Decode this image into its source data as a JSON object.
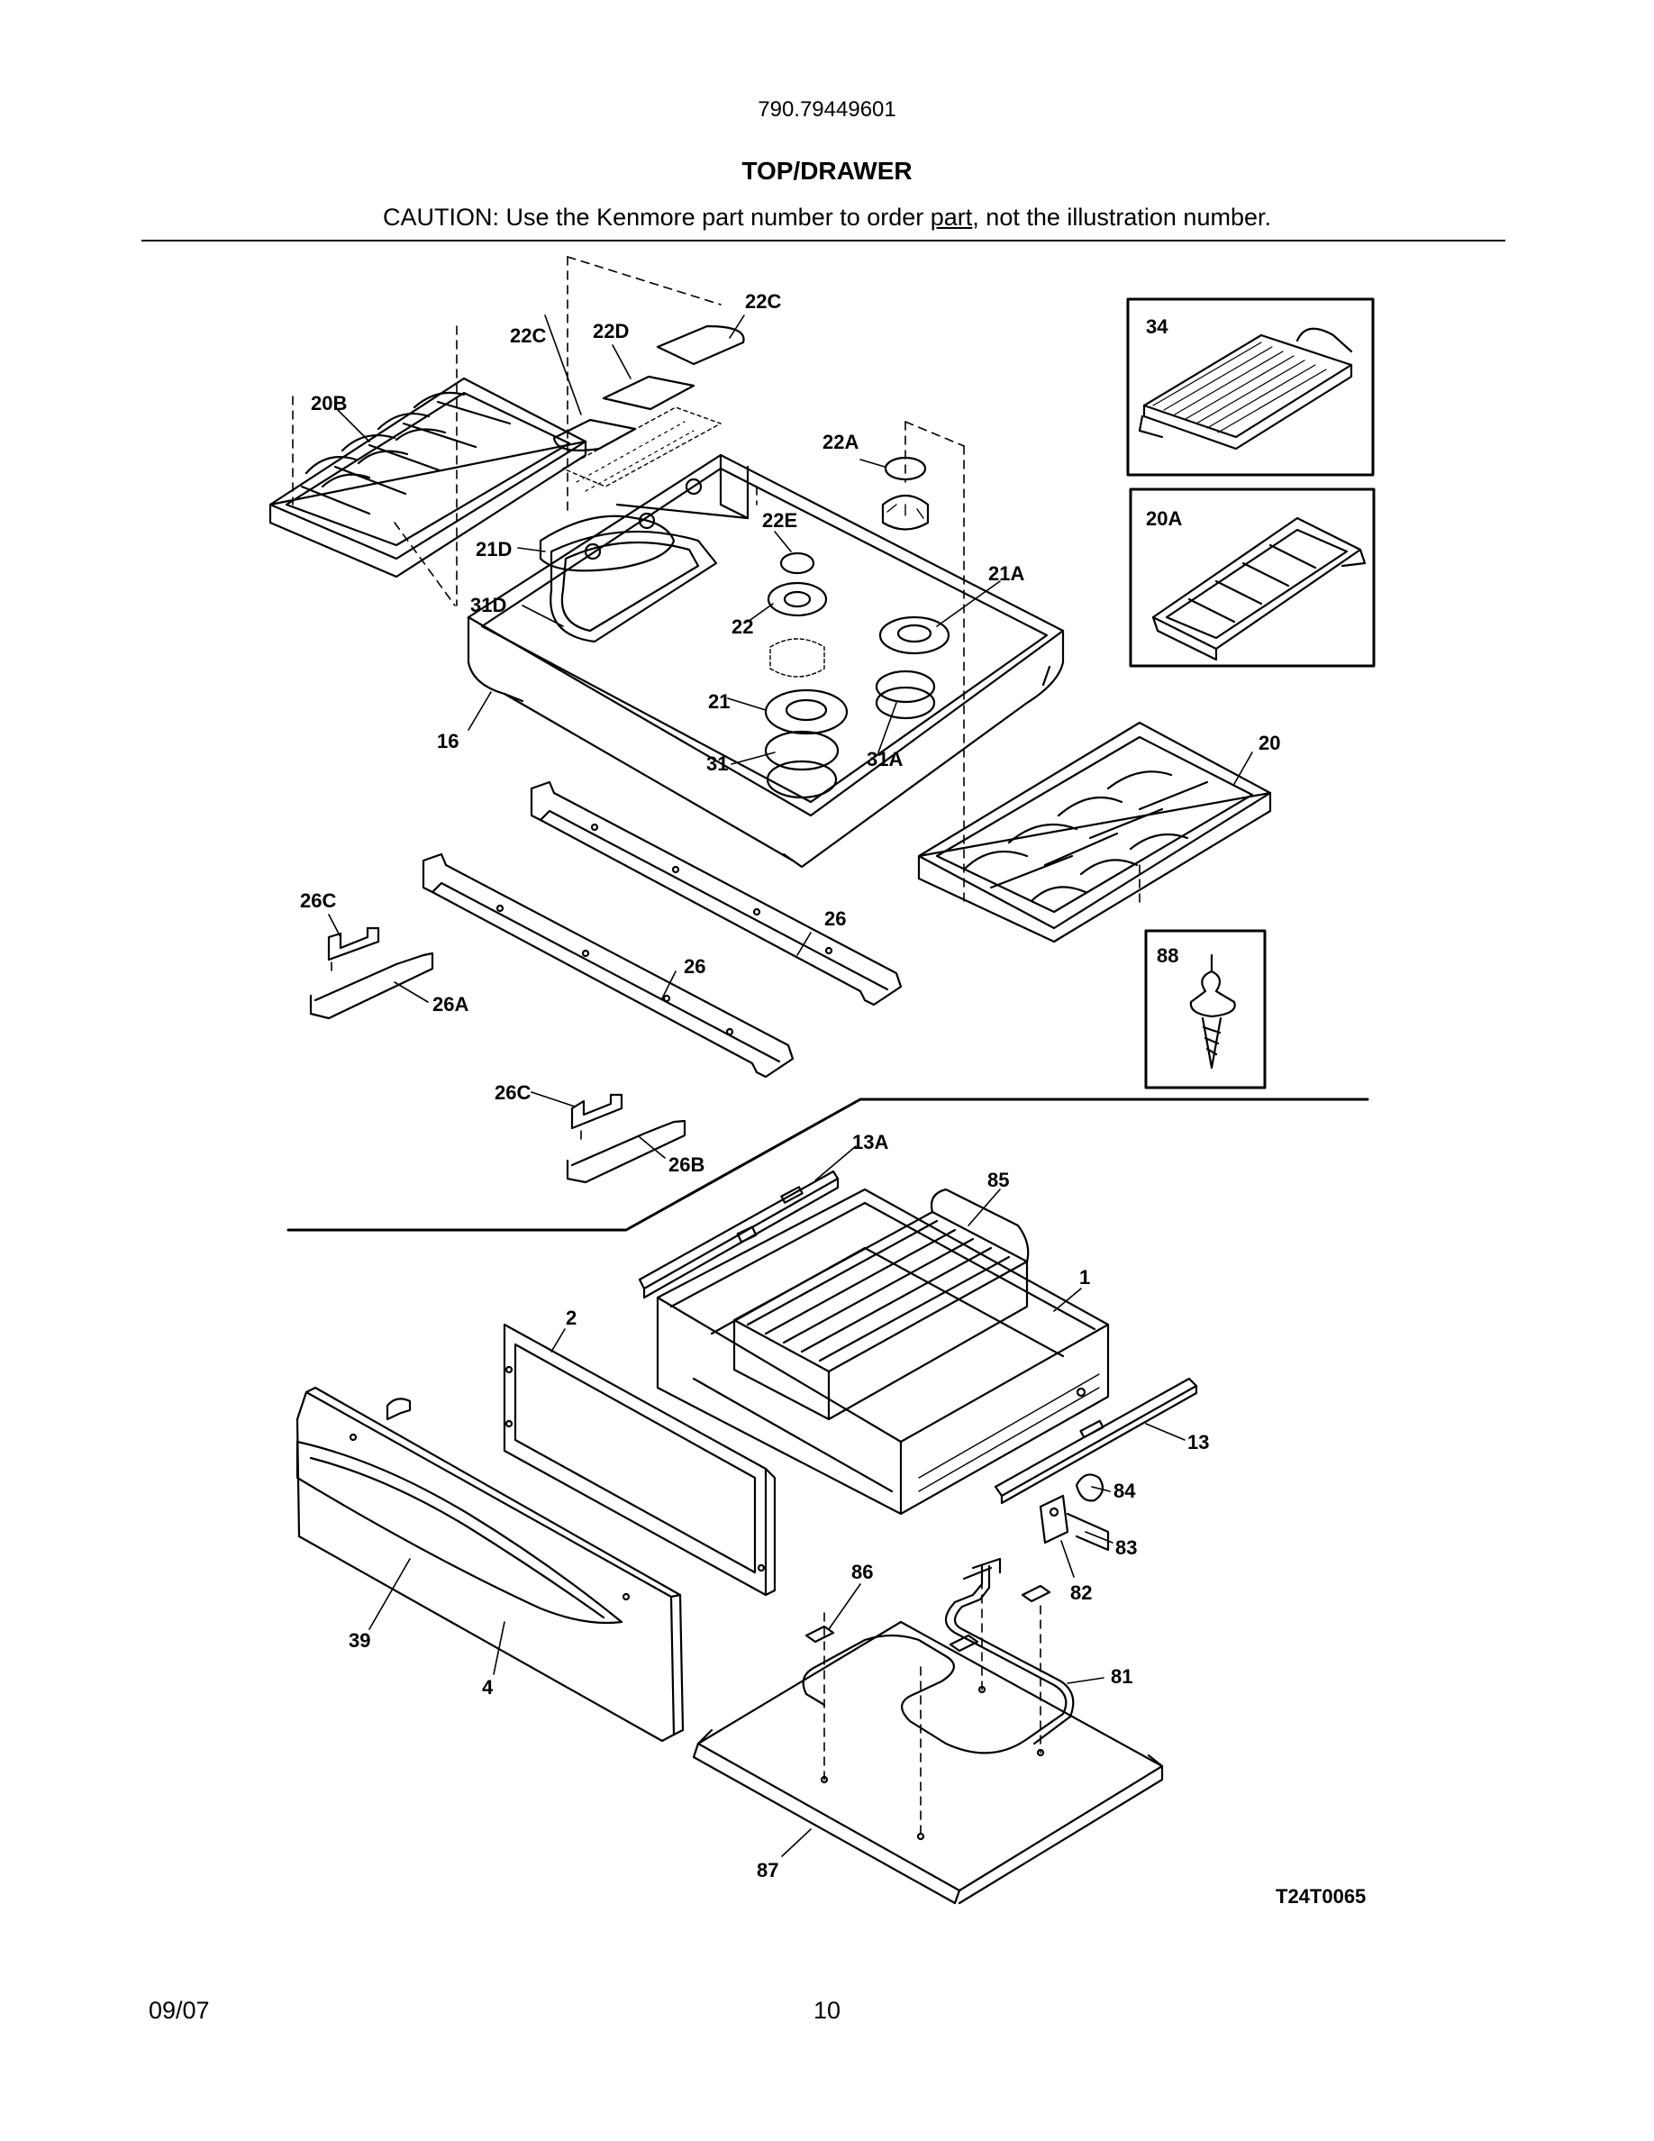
{
  "header": {
    "model_number": "790.79449601",
    "section_title": "TOP/DRAWER",
    "caution_before": "CAUTION: Use the Kenmore part number to order ",
    "caution_underlined": "part",
    "caution_after": ", not the illustration number."
  },
  "diagram": {
    "drawing_code": "T24T0065",
    "callouts": {
      "c22C_top": "22C",
      "c22C_left": "22C",
      "c22D": "22D",
      "c20B": "20B",
      "c22A": "22A",
      "c22E": "22E",
      "c21D": "21D",
      "c31D": "31D",
      "c22": "22",
      "c21A": "21A",
      "c21": "21",
      "c16": "16",
      "c31": "31",
      "c31A": "31A",
      "c20": "20",
      "c34": "34",
      "c20A": "20A",
      "c88": "88",
      "c26C_top": "26C",
      "c26_right": "26",
      "c26_left": "26",
      "c26A": "26A",
      "c26C_bottom": "26C",
      "c26B": "26B",
      "c13A": "13A",
      "c85": "85",
      "c1": "1",
      "c2": "2",
      "c13": "13",
      "c84": "84",
      "c83": "83",
      "c82": "82",
      "c86": "86",
      "c39": "39",
      "c4": "4",
      "c81": "81",
      "c87": "87"
    }
  },
  "footer": {
    "date": "09/07",
    "page_number": "10"
  }
}
